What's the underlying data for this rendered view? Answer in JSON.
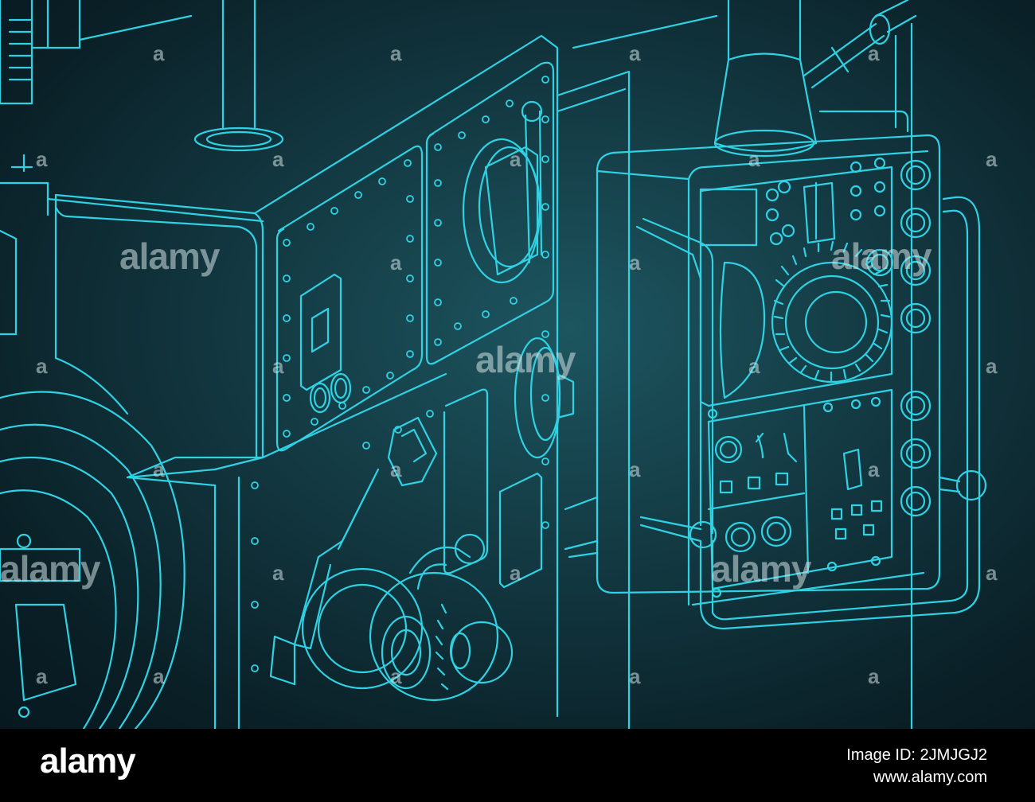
{
  "image": {
    "subject": "industrial machine control panel blueprint",
    "line_color": "#2fd1e3",
    "background_color": "#0f2f38"
  },
  "watermark": {
    "text": "alamy",
    "letter": "a"
  },
  "footer": {
    "brand": "alamy",
    "image_id": "Image ID: 2JMJGJ2",
    "url": "www.alamy.com"
  }
}
